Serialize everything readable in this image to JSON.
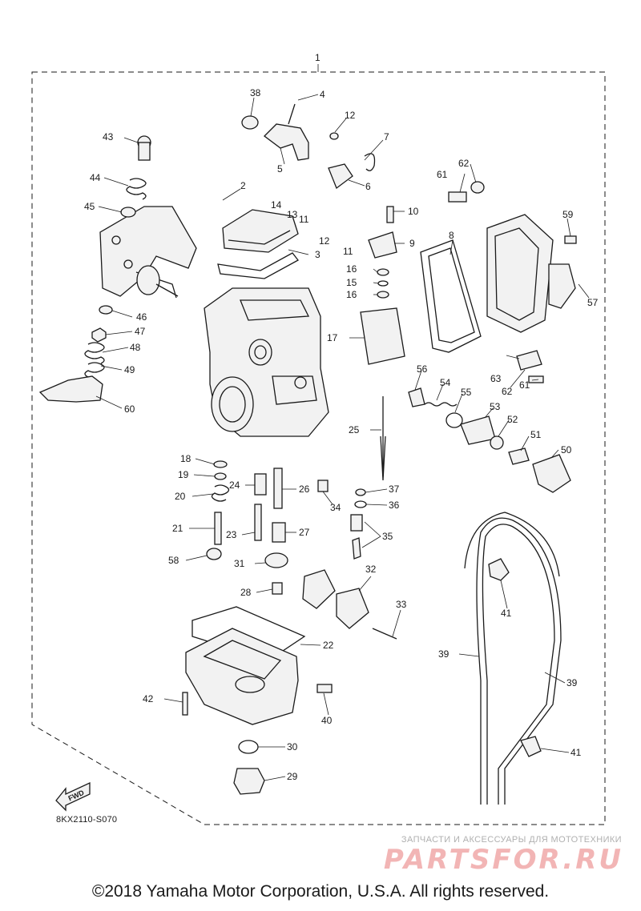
{
  "diagram": {
    "assembly_number": "1",
    "diagram_code": "8KX2110-S070",
    "fwd_marker": "FWD",
    "callouts": [
      "2",
      "3",
      "4",
      "5",
      "6",
      "7",
      "8",
      "9",
      "10",
      "11",
      "11",
      "12",
      "12",
      "13",
      "14",
      "15",
      "16",
      "16",
      "17",
      "18",
      "19",
      "20",
      "21",
      "22",
      "23",
      "24",
      "25",
      "26",
      "27",
      "28",
      "29",
      "30",
      "31",
      "32",
      "33",
      "34",
      "35",
      "36",
      "37",
      "38",
      "39",
      "39",
      "40",
      "41",
      "41",
      "42",
      "43",
      "44",
      "45",
      "46",
      "47",
      "48",
      "49",
      "50",
      "51",
      "52",
      "53",
      "54",
      "55",
      "56",
      "57",
      "58",
      "59",
      "60",
      "61",
      "61",
      "62",
      "62",
      "63"
    ]
  },
  "footer": {
    "copyright": "©2018 Yamaha Motor Corporation, U.S.A. All rights reserved.",
    "dealer_tagline": "ЗАПЧАСТИ И АКСЕССУАРЫ ДЛЯ МОТОТЕХНИКИ",
    "dealer_logo": "PARTSFOR.RU"
  }
}
